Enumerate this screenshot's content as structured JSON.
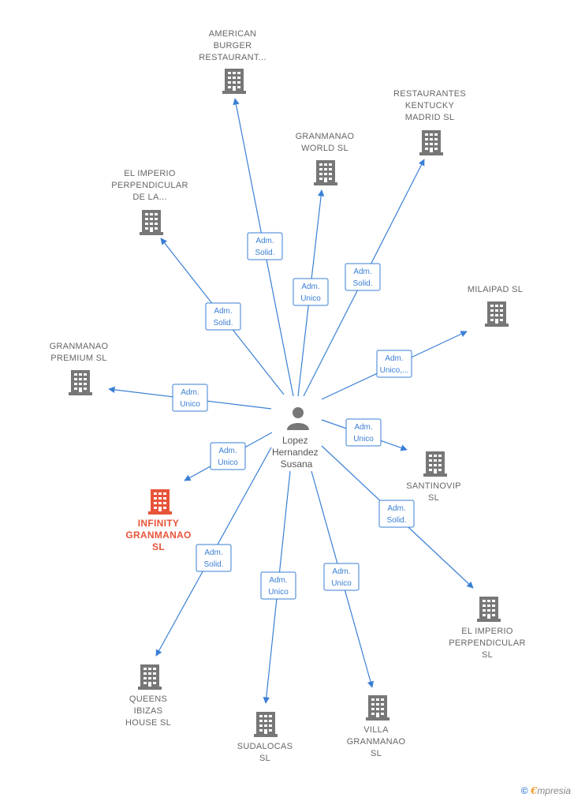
{
  "person": {
    "label_lines": [
      "Lopez",
      "Hernandez",
      "Susana"
    ]
  },
  "colors": {
    "edge": "#3a7fd5",
    "company": "#777777",
    "highlight": "#e8543a"
  },
  "companies": [
    {
      "id": "american-burger",
      "label_lines": [
        "AMERICAN",
        "BURGER",
        "RESTAURANT..."
      ],
      "role_lines": [
        "Adm.",
        "Solid."
      ]
    },
    {
      "id": "granmanao-world",
      "label_lines": [
        "GRANMANAO",
        "WORLD SL"
      ],
      "role_lines": [
        "Adm.",
        "Unico"
      ]
    },
    {
      "id": "restaurantes-kentucky",
      "label_lines": [
        "RESTAURANTES",
        "KENTUCKY",
        "MADRID  SL"
      ],
      "role_lines": [
        "Adm.",
        "Solid."
      ]
    },
    {
      "id": "el-imperio-de-la",
      "label_lines": [
        "EL IMPERIO",
        "PERPENDICULAR",
        "DE LA..."
      ],
      "role_lines": [
        "Adm.",
        "Solid."
      ]
    },
    {
      "id": "milaipad",
      "label_lines": [
        "MILAIPAD  SL"
      ],
      "role_lines": [
        "Adm.",
        "Unico,..."
      ]
    },
    {
      "id": "granmanao-premium",
      "label_lines": [
        "GRANMANAO",
        "PREMIUM  SL"
      ],
      "role_lines": [
        "Adm.",
        "Unico"
      ]
    },
    {
      "id": "infinity-granmanao",
      "label_lines": [
        "INFINITY",
        "GRANMANAO",
        "SL"
      ],
      "role_lines": [
        "Adm.",
        "Unico"
      ],
      "highlight": true
    },
    {
      "id": "santinovip",
      "label_lines": [
        "SANTINOVIP",
        "SL"
      ],
      "role_lines": [
        "Adm.",
        "Unico"
      ]
    },
    {
      "id": "el-imperio-perpendicular",
      "label_lines": [
        "EL IMPERIO",
        "PERPENDICULAR",
        "SL"
      ],
      "role_lines": [
        "Adm.",
        "Solid."
      ]
    },
    {
      "id": "queens-ibizas",
      "label_lines": [
        "QUEENS",
        "IBIZAS",
        "HOUSE  SL"
      ],
      "role_lines": [
        "Adm.",
        "Solid."
      ]
    },
    {
      "id": "sudalocas",
      "label_lines": [
        "SUDALOCAS",
        "SL"
      ],
      "role_lines": [
        "Adm.",
        "Unico"
      ]
    },
    {
      "id": "villa-granmanao",
      "label_lines": [
        "VILLA",
        "GRANMANAO",
        "SL"
      ],
      "role_lines": [
        "Adm.",
        "Unico"
      ]
    }
  ],
  "footer": {
    "copyright_symbol": "©",
    "brand_initial": "€",
    "brand_rest": "mpresia"
  }
}
